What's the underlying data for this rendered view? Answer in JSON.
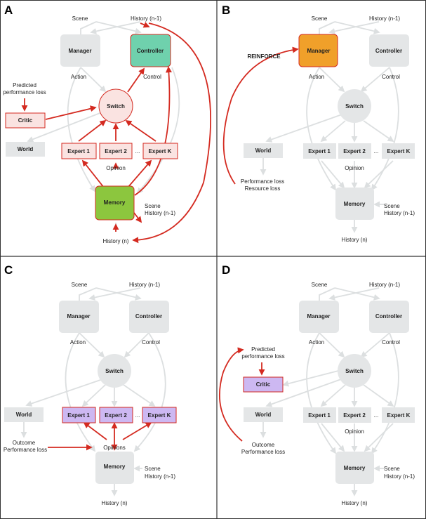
{
  "panels": [
    {
      "letter": "A",
      "labels": {
        "scene_top": "Scene",
        "history_top": "History (n-1)",
        "manager": "Manager",
        "controller": "Controller",
        "action": "Action",
        "control": "Control",
        "switch": "Switch",
        "predicted": "Predicted",
        "perf_loss": "performance loss",
        "critic": "Critic",
        "world": "World",
        "expert1": "Expert 1",
        "expert2": "Expert 2",
        "dots": "...",
        "expertK": "Expert K",
        "opinion": "Opinion",
        "memory": "Memory",
        "scene_bot": "Scene",
        "history_bot": "History (n-1)",
        "history_n": "History (n)"
      }
    },
    {
      "letter": "B",
      "labels": {
        "scene_top": "Scene",
        "history_top": "History (n-1)",
        "reinforce": "REINFORCE",
        "manager": "Manager",
        "controller": "Controller",
        "action": "Action",
        "control": "Control",
        "switch": "Switch",
        "world": "World",
        "expert1": "Expert 1",
        "expert2": "Expert 2",
        "dots": "...",
        "expertK": "Expert K",
        "opinion": "Opinion",
        "perf_loss": "Performance loss",
        "resource_loss": "Resource loss",
        "memory": "Memory",
        "scene_bot": "Scene",
        "history_bot": "History (n-1)",
        "history_n": "History (n)"
      }
    },
    {
      "letter": "C",
      "labels": {
        "scene_top": "Scene",
        "history_top": "History (n-1)",
        "manager": "Manager",
        "controller": "Controller",
        "action": "Action",
        "control": "Control",
        "switch": "Switch",
        "world": "World",
        "expert1": "Expert 1",
        "expert2": "Expert 2",
        "dots": "...",
        "expertK": "Expert K",
        "outcome": "Outcome",
        "perf_loss": "Performance loss",
        "opinions": "Opinions",
        "memory": "Memory",
        "scene_bot": "Scene",
        "history_bot": "History (n-1)",
        "history_n": "History (n)"
      }
    },
    {
      "letter": "D",
      "labels": {
        "scene_top": "Scene",
        "history_top": "History (n-1)",
        "manager": "Manager",
        "controller": "Controller",
        "action": "Action",
        "control": "Control",
        "switch": "Switch",
        "predicted": "Predicted",
        "pred_perf_loss": "performance loss",
        "critic": "Critic",
        "world": "World",
        "expert1": "Expert 1",
        "expert2": "Expert 2",
        "dots": "...",
        "expertK": "Expert K",
        "opinion": "Opinion",
        "outcome": "Outcome",
        "perf_loss": "Performance loss",
        "memory": "Memory",
        "scene_bot": "Scene",
        "history_bot": "History (n-1)",
        "history_n": "History (n)"
      }
    }
  ],
  "colors": {
    "gray_box": "#e4e6e7",
    "gray_line": "#dcdfe0",
    "red": "#d42a20",
    "controller_green": "#6fd1ad",
    "memory_green": "#8cc63e",
    "manager_orange": "#f0a02a",
    "lavender": "#cdb8f2",
    "pink_box": "#fae3e1"
  }
}
